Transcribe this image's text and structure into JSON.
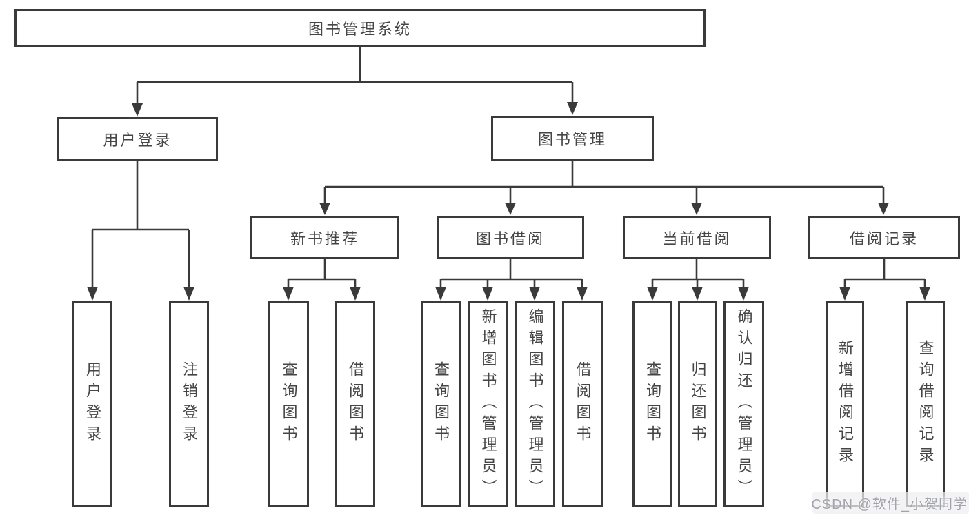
{
  "diagram": {
    "root_label": "图书管理系统",
    "branches": [
      {
        "label": "用户登录",
        "leaves": [
          "用户登录",
          "注销登录"
        ]
      },
      {
        "label": "图书管理",
        "sections": [
          {
            "label": "新书推荐",
            "leaves": [
              "查询图书",
              "借阅图书"
            ]
          },
          {
            "label": "图书借阅",
            "leaves": [
              "查询图书",
              "新增图书（管理员）",
              "编辑图书（管理员）",
              "借阅图书"
            ]
          },
          {
            "label": "当前借阅",
            "leaves": [
              "查询图书",
              "归还图书",
              "确认归还（管理员）"
            ]
          },
          {
            "label": "借阅记录",
            "leaves": [
              "新增借阅记录",
              "查询借阅记录"
            ]
          }
        ]
      }
    ]
  },
  "watermark": {
    "text": "CSDN @软件_小贺同学",
    "color": "#a2a3ab"
  },
  "colors": {
    "line": "#3a3a3a",
    "box_border": "#3a3a3a",
    "text": "#454545",
    "background": "#ffffff"
  }
}
